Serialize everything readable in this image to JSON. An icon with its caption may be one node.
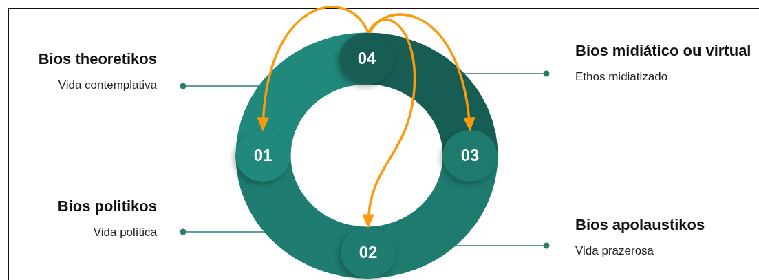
{
  "diagram": {
    "nodes": [
      {
        "text": [
          "01"
        ]
      },
      {
        "text": [
          "02"
        ]
      },
      {
        "text": [
          "03"
        ]
      },
      {
        "text": [
          "04"
        ]
      },
      {
        "text": [
          "Bios theoretikos",
          "Vida contemplativa"
        ]
      },
      {
        "text": [
          "Bios politikos",
          "Vida política"
        ]
      },
      {
        "text": [
          "Bios midiático ou virtual",
          "Ethos midiatizado"
        ]
      },
      {
        "text": [
          "Bios apolaustikos",
          "Vida prazerosa"
        ]
      }
    ],
    "edges": [
      {
        "from": 3,
        "to": 0,
        "arrow": "to",
        "style": "thick",
        "color": "#fa9a0c"
      },
      {
        "from": 3,
        "to": 1,
        "arrow": "to",
        "style": "thick",
        "color": "#fa9a0c"
      },
      {
        "from": 3,
        "to": 2,
        "arrow": "to",
        "style": "thick",
        "color": "#fa9a0c"
      },
      {
        "from": 4,
        "to": null,
        "arrow": "other"
      },
      {
        "from": 5,
        "to": null,
        "arrow": "other"
      },
      {
        "from": 6,
        "to": null,
        "arrow": "other"
      },
      {
        "from": 7,
        "to": null,
        "arrow": "other"
      }
    ]
  }
}
